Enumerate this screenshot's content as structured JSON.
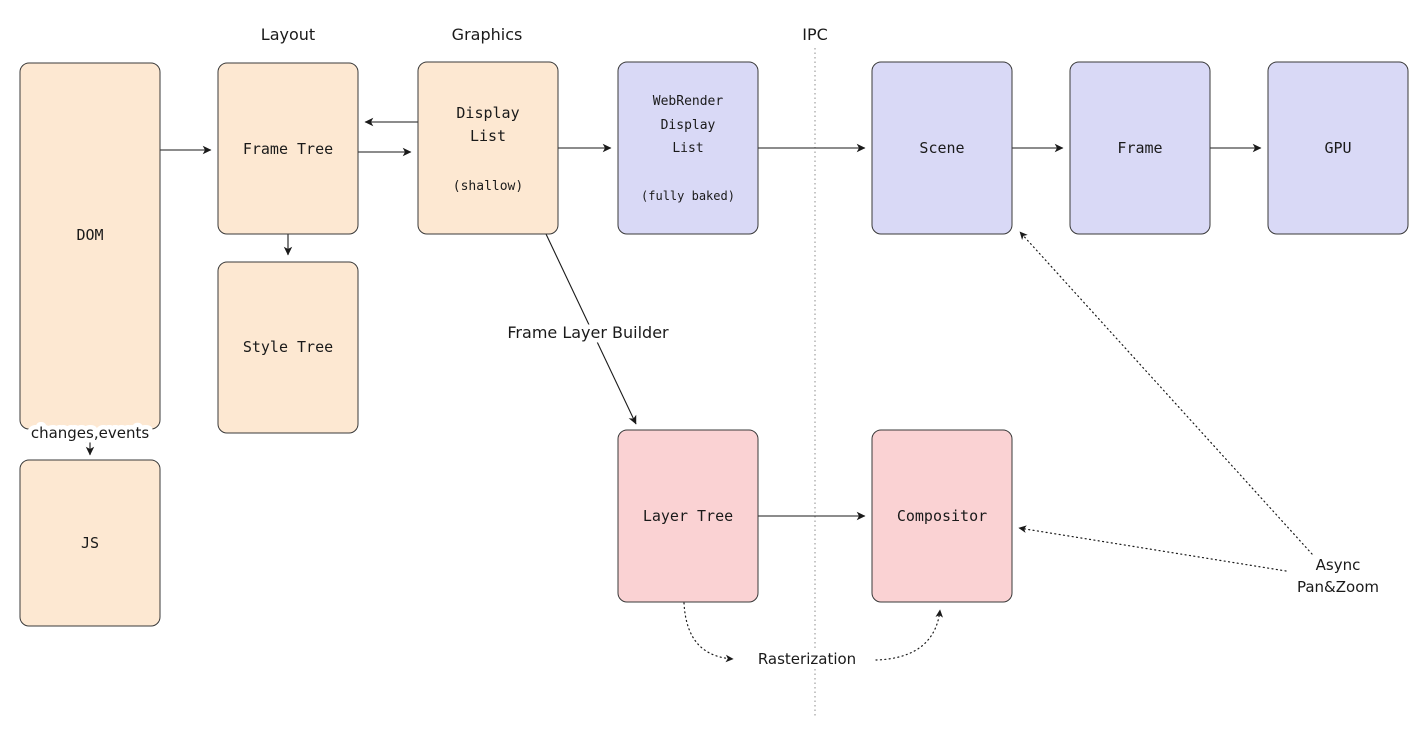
{
  "diagram": {
    "section_labels": {
      "layout": "Layout",
      "graphics": "Graphics",
      "ipc": "IPC"
    },
    "boxes": {
      "dom": {
        "label": "DOM"
      },
      "js": {
        "label": "JS"
      },
      "frame_tree": {
        "label": "Frame Tree"
      },
      "style_tree": {
        "label": "Style Tree"
      },
      "display_list": {
        "line1": "Display",
        "line2": "List",
        "note": "(shallow)"
      },
      "webrender_display_list": {
        "line1": "WebRender",
        "line2": "Display",
        "line3": "List",
        "note": "(fully baked)"
      },
      "scene": {
        "label": "Scene"
      },
      "frame": {
        "label": "Frame"
      },
      "gpu": {
        "label": "GPU"
      },
      "layer_tree": {
        "label": "Layer Tree"
      },
      "compositor": {
        "label": "Compositor"
      }
    },
    "edge_labels": {
      "changes_events": "changes,events",
      "frame_layer_builder": "Frame Layer Builder",
      "rasterization": "Rasterization",
      "async_line1": "Async",
      "async_line2": "Pan&Zoom"
    },
    "colors": {
      "peach": "#fde8d2",
      "blue": "#d9d9f6",
      "pink": "#fad2d3",
      "border": "#3a3a3a"
    }
  }
}
